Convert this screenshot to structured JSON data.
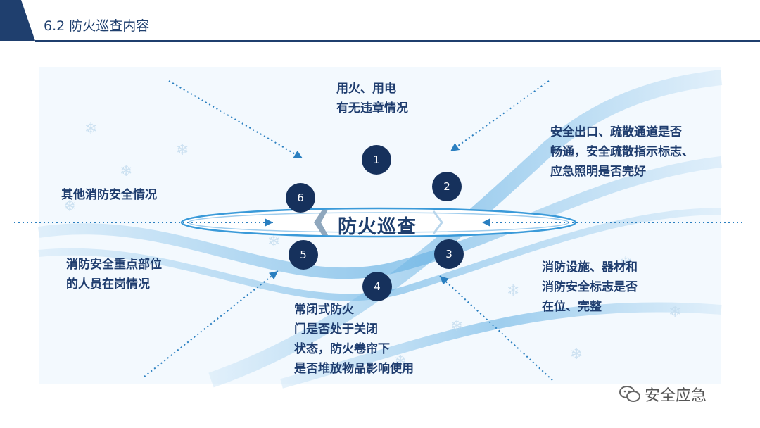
{
  "header": {
    "title": "6.2  防火巡查内容"
  },
  "center": {
    "title": "防火巡查"
  },
  "nodes": [
    {
      "number": "1",
      "label": "用火、用电\n有无违章情况"
    },
    {
      "number": "2",
      "label": "安全出口、疏散通道是否\n畅通，安全疏散指示标志、\n应急照明是否完好"
    },
    {
      "number": "3",
      "label": "消防设施、器材和\n消防安全标志是否\n在位、完整"
    },
    {
      "number": "4",
      "label": "常闭式防火\n门是否处于关闭\n状态，防火卷帘下\n是否堆放物品影响使用"
    },
    {
      "number": "5",
      "label": "消防安全重点部位\n的人员在岗情况"
    },
    {
      "number": "6",
      "label": "其他消防安全情况"
    }
  ],
  "watermark": {
    "text": "安全应急"
  },
  "colors": {
    "primary": "#1f3f6e",
    "node": "#16315c",
    "swoosh": "#4aa3de"
  }
}
